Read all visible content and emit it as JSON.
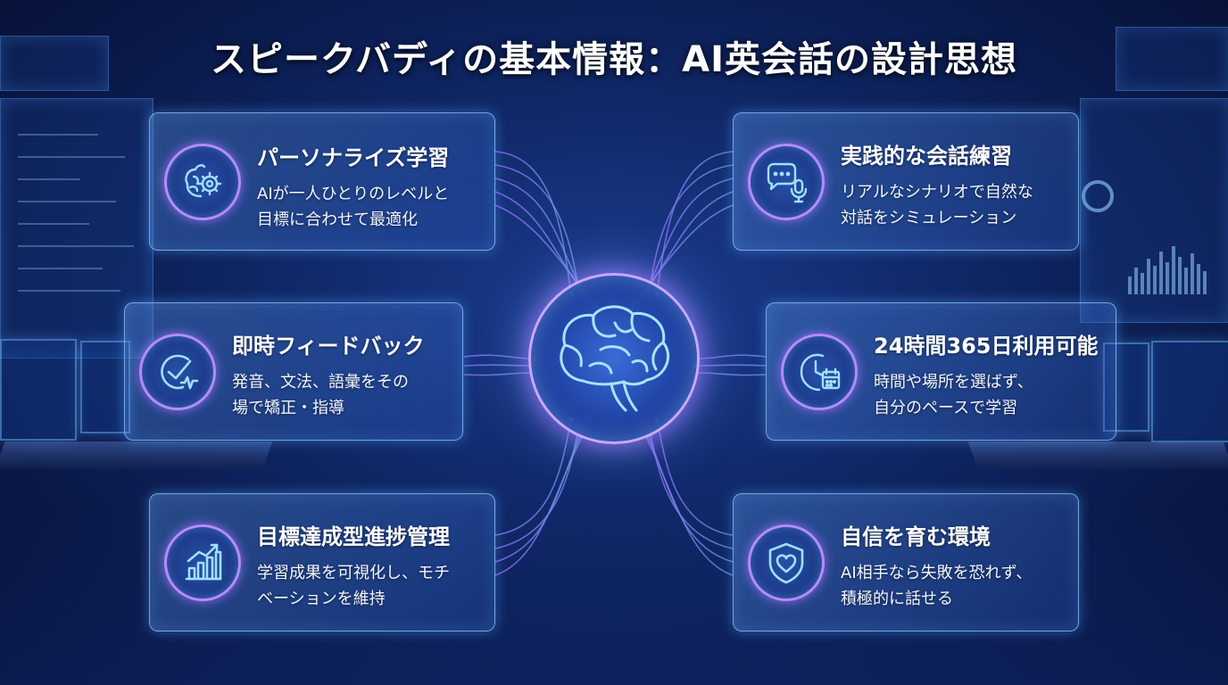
{
  "title": "スピークバディの基本情報：AI英会話の設計思想",
  "colors": {
    "accent": "#b58bff",
    "card_border": "#8cc8ff",
    "icon_stroke": "#9fe0ff",
    "background": "#0a1a4a"
  },
  "hub": {
    "icon": "brain-icon"
  },
  "cards": [
    {
      "icon": "brain-gear-icon",
      "title": "パーソナライズ学習",
      "desc_line1": "AIが一人ひとりのレベルと",
      "desc_line2": "目標に合わせて最適化"
    },
    {
      "icon": "checkmark-pulse-icon",
      "title": "即時フィードバック",
      "desc_line1": "発音、文法、語彙をその",
      "desc_line2": "場で矯正・指導"
    },
    {
      "icon": "growth-chart-icon",
      "title": "目標達成型進捗管理",
      "desc_line1": "学習成果を可視化し、モチ",
      "desc_line2": "ベーションを維持"
    },
    {
      "icon": "chat-microphone-icon",
      "title": "実践的な会話練習",
      "desc_line1": "リアルなシナリオで自然な",
      "desc_line2": "対話をシミュレーション"
    },
    {
      "icon": "clock-calendar-icon",
      "title": "24時間365日利用可能",
      "desc_line1": "時間や場所を選ばず、",
      "desc_line2": "自分のペースで学習"
    },
    {
      "icon": "shield-heart-icon",
      "title": "自信を育む環境",
      "desc_line1": "AI相手なら失敗を恐れず、",
      "desc_line2": "積極的に話せる"
    }
  ]
}
